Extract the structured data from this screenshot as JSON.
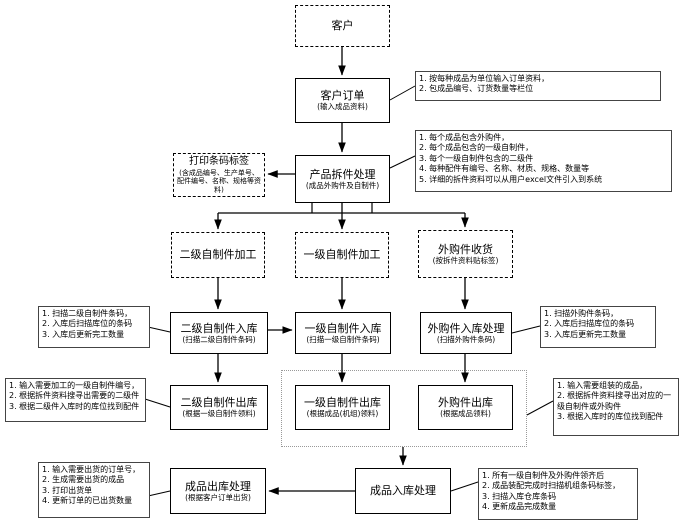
{
  "nodes": {
    "customer": {
      "title": "客户"
    },
    "customer_order": {
      "title": "客户订单",
      "subtitle": "(输入成品资料)"
    },
    "print_label": {
      "title": "打印条码标签",
      "subtitle": "(含成品编号、生产单号、配件编号、名称、规格等资料)"
    },
    "product_disassembly": {
      "title": "产品拆件处理",
      "subtitle": "(成品外购件及自制件)"
    },
    "level2_processing": {
      "title": "二级自制件加工"
    },
    "level1_processing": {
      "title": "一级自制件加工"
    },
    "purchased_receiving": {
      "title": "外购件收货",
      "subtitle": "(按拆件资料贴标签)"
    },
    "level2_inbound": {
      "title": "二级自制件入库",
      "subtitle": "(扫描二级自制件条码)"
    },
    "level1_inbound": {
      "title": "一级自制件入库",
      "subtitle": "(扫描一级自制件条码)"
    },
    "purchased_inbound": {
      "title": "外购件入库处理",
      "subtitle": "(扫描外购件条码)"
    },
    "level2_outbound": {
      "title": "二级自制件出库",
      "subtitle": "(根据一级自制件领料)"
    },
    "level1_outbound": {
      "title": "一级自制件出库",
      "subtitle": "(根据成品(机组)领料)"
    },
    "purchased_outbound": {
      "title": "外购件出库",
      "subtitle": "(根据成品领料)"
    },
    "fg_outbound": {
      "title": "成品出库处理",
      "subtitle": "(根据客户订单出货)"
    },
    "fg_inbound": {
      "title": "成品入库处理"
    }
  },
  "annotations": {
    "order_note": "1. 按每种成品为单位输入订单资料，\n2. 包成品编号、订货数量等栏位",
    "disassembly_note": "1. 每个成品包含外购件，\n2. 每个成品包含的一级自制件，\n3. 每个一级自制件包含的二级件\n4. 每种配件有编号、名称、材质、规格、数量等\n5. 详细的拆件资料可以从用户excel文件引入到系统",
    "level2_inbound_note": "1. 扫描二级自制件条码，\n2. 入库后扫描库位的条码\n3. 入库后更新完工数量",
    "purchased_inbound_note": "1. 扫描外购件条码，\n2. 入库后扫描库位的条码\n3. 入库后更新完工数量",
    "level2_outbound_note": "1. 输入需要加工的一级自制件编号，\n2. 根据拆件资料搜寻出需要的二级件\n3. 根据二级件入库时的库位找到配件",
    "assembly_outbound_note": "1. 输入需要组装的成品，\n2. 根据拆件资料搜寻出对应的一级自制件或外购件\n3. 根据入库时的库位找到配件",
    "fg_outbound_note": "1. 输入需要出货的订单号，\n2. 生成需要出货的成品\n3. 打印出货单\n4. 更新订单的已出货数量",
    "fg_inbound_note": "1. 所有一级自制件及外购件领齐后\n2. 成品装配完成时扫描机组条码标签，\n3. 扫描入库仓库条码\n4. 更新成品完成数量"
  },
  "colors": {
    "line": "#000000",
    "annotation_border": "#444444",
    "group_border": "#999999"
  }
}
